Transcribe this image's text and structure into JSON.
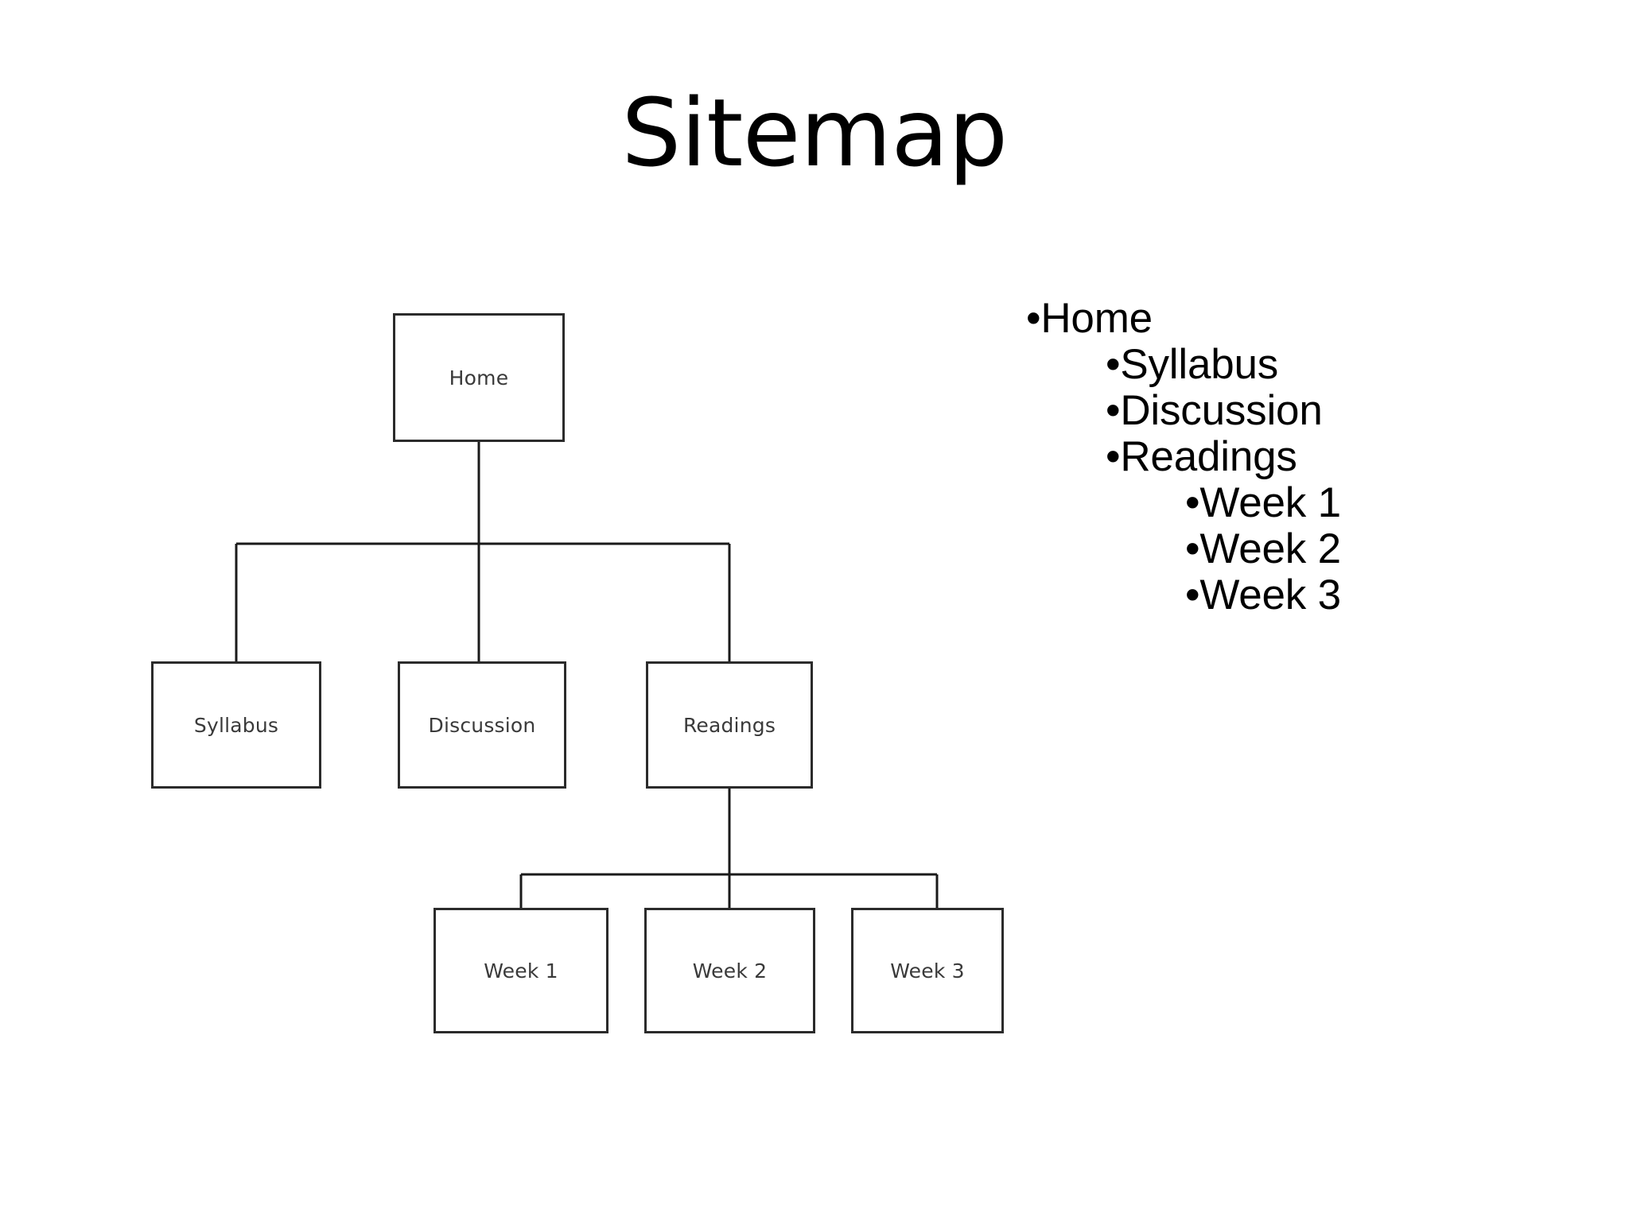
{
  "slide": {
    "title": "Sitemap",
    "background_color": "#ffffff",
    "text_color": "#000000"
  },
  "diagram": {
    "type": "tree",
    "box_border_color": "#2b2b2b",
    "box_fill_color": "#ffffff",
    "connector_color": "#1a1a1a",
    "nodes": [
      {
        "id": "home",
        "label": "Home"
      },
      {
        "id": "syllabus",
        "label": "Syllabus"
      },
      {
        "id": "discussion",
        "label": "Discussion"
      },
      {
        "id": "readings",
        "label": "Readings"
      },
      {
        "id": "week1",
        "label": "Week 1"
      },
      {
        "id": "week2",
        "label": "Week 2"
      },
      {
        "id": "week3",
        "label": "Week 3"
      }
    ],
    "edges": [
      {
        "from": "home",
        "to": "syllabus"
      },
      {
        "from": "home",
        "to": "discussion"
      },
      {
        "from": "home",
        "to": "readings"
      },
      {
        "from": "readings",
        "to": "week1"
      },
      {
        "from": "readings",
        "to": "week2"
      },
      {
        "from": "readings",
        "to": "week3"
      }
    ]
  },
  "outline": {
    "bullet_glyph": "•",
    "items": [
      {
        "level": 1,
        "label": "Home"
      },
      {
        "level": 2,
        "label": "Syllabus"
      },
      {
        "level": 2,
        "label": "Discussion"
      },
      {
        "level": 2,
        "label": "Readings"
      },
      {
        "level": 3,
        "label": "Week 1"
      },
      {
        "level": 3,
        "label": "Week 2"
      },
      {
        "level": 3,
        "label": "Week 3"
      }
    ]
  }
}
